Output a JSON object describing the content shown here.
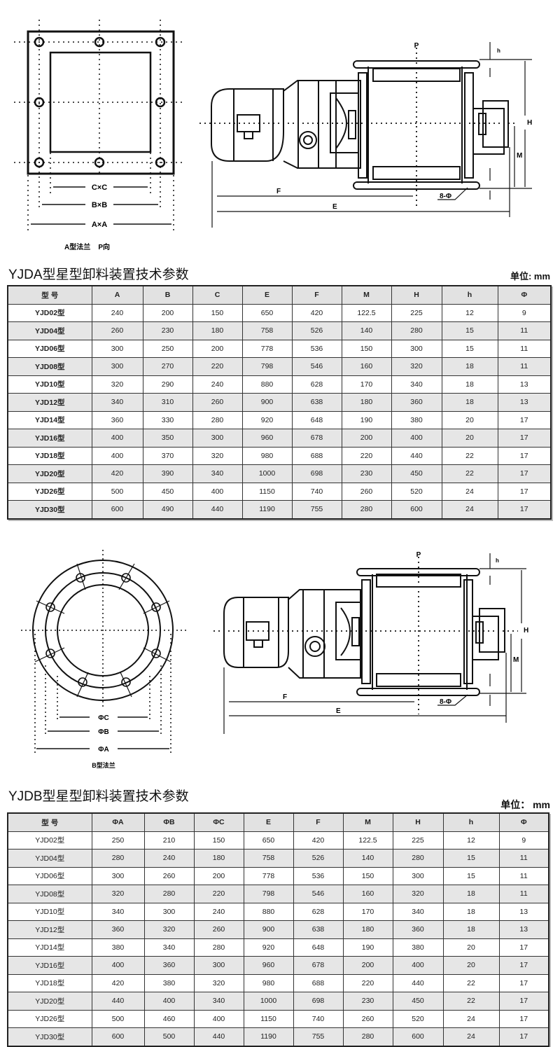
{
  "drawing_a": {
    "flange_caption": "A型法兰    P向",
    "dim_c": "C×C",
    "dim_b": "B×B",
    "dim_a": "A×A",
    "label_p": "P",
    "label_f": "F",
    "label_e": "E",
    "label_h": "H",
    "label_m": "M",
    "label_small_h": "h",
    "label_holes": "8-Φ"
  },
  "table_a": {
    "title": "YJDA型星型卸料装置技术参数",
    "unit": "单位: mm",
    "headers": [
      "型 号",
      "A",
      "B",
      "C",
      "E",
      "F",
      "M",
      "H",
      "h",
      "Φ"
    ],
    "rows": [
      [
        "YJD02型",
        "240",
        "200",
        "150",
        "650",
        "420",
        "122.5",
        "225",
        "12",
        "9"
      ],
      [
        "YJD04型",
        "260",
        "230",
        "180",
        "758",
        "526",
        "140",
        "280",
        "15",
        "11"
      ],
      [
        "YJD06型",
        "300",
        "250",
        "200",
        "778",
        "536",
        "150",
        "300",
        "15",
        "11"
      ],
      [
        "YJD08型",
        "300",
        "270",
        "220",
        "798",
        "546",
        "160",
        "320",
        "18",
        "11"
      ],
      [
        "YJD10型",
        "320",
        "290",
        "240",
        "880",
        "628",
        "170",
        "340",
        "18",
        "13"
      ],
      [
        "YJD12型",
        "340",
        "310",
        "260",
        "900",
        "638",
        "180",
        "360",
        "18",
        "13"
      ],
      [
        "YJD14型",
        "360",
        "330",
        "280",
        "920",
        "648",
        "190",
        "380",
        "20",
        "17"
      ],
      [
        "YJD16型",
        "400",
        "350",
        "300",
        "960",
        "678",
        "200",
        "400",
        "20",
        "17"
      ],
      [
        "YJD18型",
        "400",
        "370",
        "320",
        "980",
        "688",
        "220",
        "440",
        "22",
        "17"
      ],
      [
        "YJD20型",
        "420",
        "390",
        "340",
        "1000",
        "698",
        "230",
        "450",
        "22",
        "17"
      ],
      [
        "YJD26型",
        "500",
        "450",
        "400",
        "1150",
        "740",
        "260",
        "520",
        "24",
        "17"
      ],
      [
        "YJD30型",
        "600",
        "490",
        "440",
        "1190",
        "755",
        "280",
        "600",
        "24",
        "17"
      ]
    ]
  },
  "drawing_b": {
    "flange_caption": "B型法兰",
    "dim_c": "ΦC",
    "dim_b": "ΦB",
    "dim_a": "ΦA",
    "label_p": "P",
    "label_f": "F",
    "label_e": "E",
    "label_h": "H",
    "label_m": "M",
    "label_small_h": "h",
    "label_holes": "8-Φ"
  },
  "table_b": {
    "title": "YJDB型星型卸料装置技术参数",
    "unit": "单位： mm",
    "headers": [
      "型 号",
      "ΦA",
      "ΦB",
      "ΦC",
      "E",
      "F",
      "M",
      "H",
      "h",
      "Φ"
    ],
    "rows": [
      [
        "YJD02型",
        "250",
        "210",
        "150",
        "650",
        "420",
        "122.5",
        "225",
        "12",
        "9"
      ],
      [
        "YJD04型",
        "280",
        "240",
        "180",
        "758",
        "526",
        "140",
        "280",
        "15",
        "11"
      ],
      [
        "YJD06型",
        "300",
        "260",
        "200",
        "778",
        "536",
        "150",
        "300",
        "15",
        "11"
      ],
      [
        "YJD08型",
        "320",
        "280",
        "220",
        "798",
        "546",
        "160",
        "320",
        "18",
        "11"
      ],
      [
        "YJD10型",
        "340",
        "300",
        "240",
        "880",
        "628",
        "170",
        "340",
        "18",
        "13"
      ],
      [
        "YJD12型",
        "360",
        "320",
        "260",
        "900",
        "638",
        "180",
        "360",
        "18",
        "13"
      ],
      [
        "YJD14型",
        "380",
        "340",
        "280",
        "920",
        "648",
        "190",
        "380",
        "20",
        "17"
      ],
      [
        "YJD16型",
        "400",
        "360",
        "300",
        "960",
        "678",
        "200",
        "400",
        "20",
        "17"
      ],
      [
        "YJD18型",
        "420",
        "380",
        "320",
        "980",
        "688",
        "220",
        "440",
        "22",
        "17"
      ],
      [
        "YJD20型",
        "440",
        "400",
        "340",
        "1000",
        "698",
        "230",
        "450",
        "22",
        "17"
      ],
      [
        "YJD26型",
        "500",
        "460",
        "400",
        "1150",
        "740",
        "260",
        "520",
        "24",
        "17"
      ],
      [
        "YJD30型",
        "600",
        "500",
        "440",
        "1190",
        "755",
        "280",
        "600",
        "24",
        "17"
      ]
    ]
  }
}
